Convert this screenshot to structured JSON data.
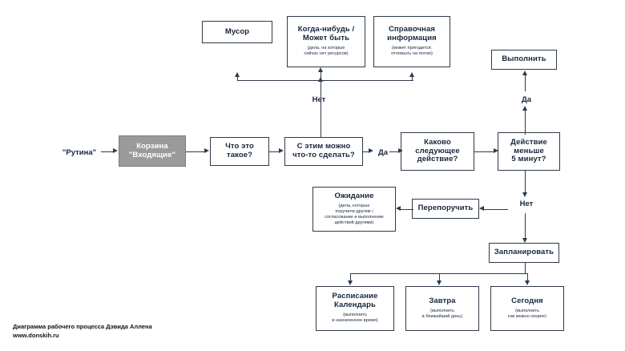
{
  "diagram": {
    "start_label": "\"Рутина\"",
    "nodes": {
      "inbox": {
        "title_lines": [
          "Корзина",
          "\"Входящие\""
        ],
        "sub_lines": []
      },
      "what_is_it": {
        "title_lines": [
          "Что это",
          "такое?"
        ],
        "sub_lines": []
      },
      "can_do": {
        "title_lines": [
          "С этим можно",
          "что-то сделать?"
        ],
        "sub_lines": []
      },
      "next_action": {
        "title_lines": [
          "Каково",
          "следующее",
          "действие?"
        ],
        "sub_lines": []
      },
      "less_than_5": {
        "title_lines": [
          "Действие",
          "меньше",
          "5 минут?"
        ],
        "sub_lines": []
      },
      "trash": {
        "title_lines": [
          "Мусор"
        ],
        "sub_lines": []
      },
      "someday": {
        "title_lines": [
          "Когда-нибудь /",
          "Может быть"
        ],
        "sub_lines": [
          "(дела, на которые",
          "сейчас нет ресурсов)"
        ]
      },
      "reference": {
        "title_lines": [
          "Справочная",
          "информация"
        ],
        "sub_lines": [
          "(может пригодится:",
          "отложыть на потом)"
        ]
      },
      "do_it": {
        "title_lines": [
          "Выполнить"
        ],
        "sub_lines": []
      },
      "delegate": {
        "title_lines": [
          "Перепоручить"
        ],
        "sub_lines": []
      },
      "waiting": {
        "title_lines": [
          "Ожидание"
        ],
        "sub_lines": [
          "(дела, которые",
          "поручили другим /",
          "согласование и выполнение",
          "действий другими)"
        ]
      },
      "schedule": {
        "title_lines": [
          "Запланировать"
        ],
        "sub_lines": []
      },
      "calendar": {
        "title_lines": [
          "Расписание",
          "Календарь"
        ],
        "sub_lines": [
          "(выполнить",
          "в назначенное время)"
        ]
      },
      "tomorrow": {
        "title_lines": [
          "Завтра"
        ],
        "sub_lines": [
          "(выполнить",
          "в ближайший день)"
        ]
      },
      "today": {
        "title_lines": [
          "Сегодня"
        ],
        "sub_lines": [
          "(выполнить",
          "как можно скорее)"
        ]
      }
    },
    "edge_labels": {
      "no_up": "Нет",
      "yes_right": "Да",
      "yes_up": "Да",
      "no_down": "Нет"
    }
  },
  "footer": {
    "line1": "Диаграмма  рабочего процесса Дэвида Аллена",
    "line2": "www.donskih.ru"
  }
}
